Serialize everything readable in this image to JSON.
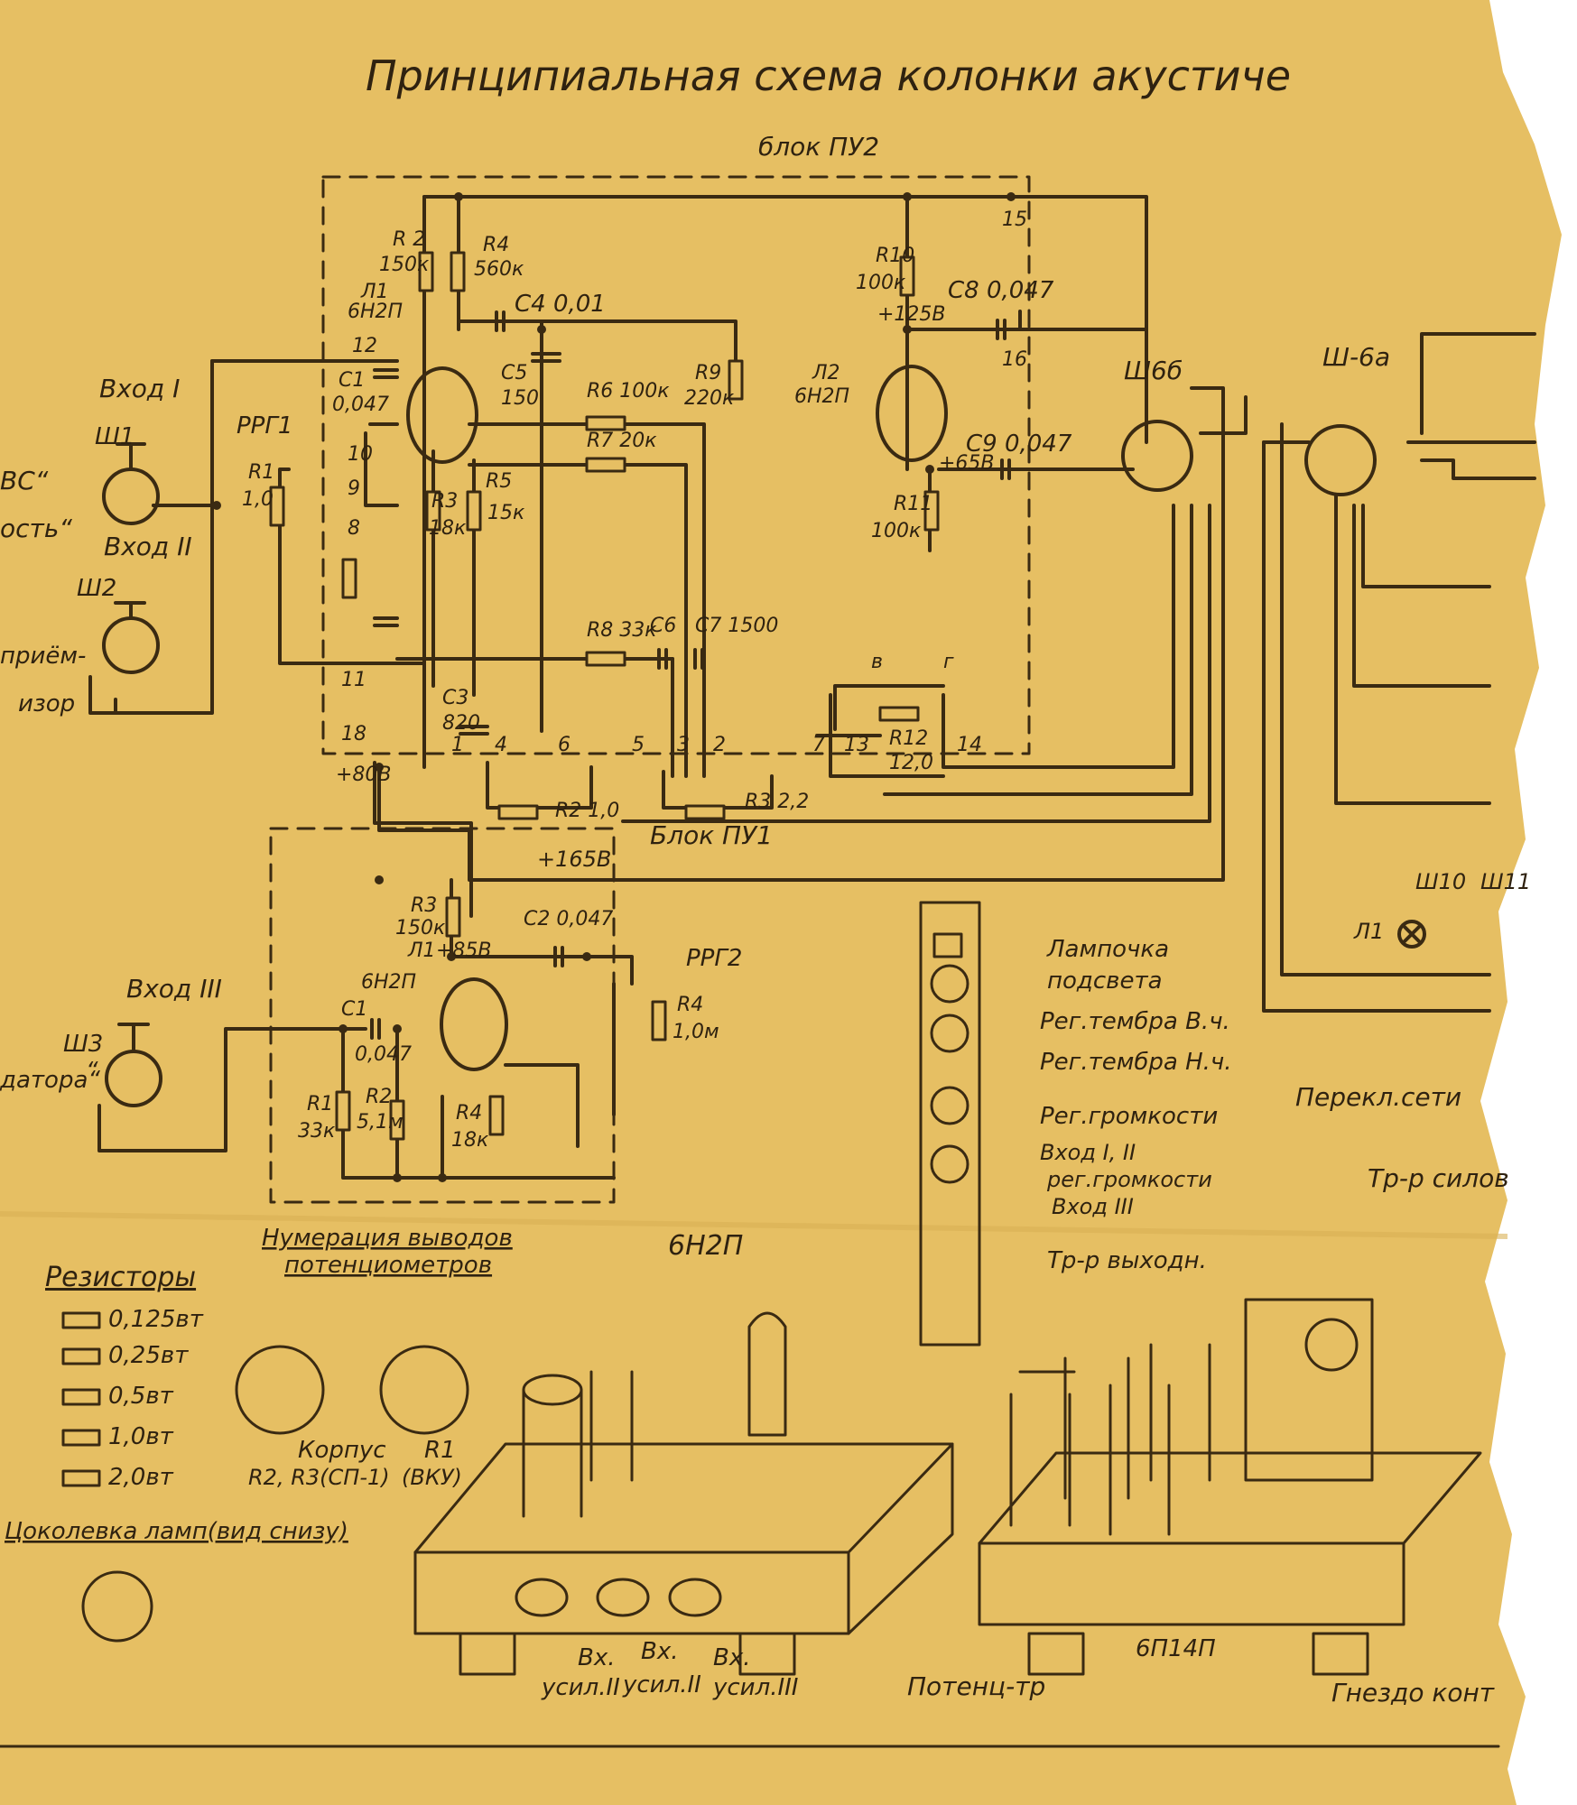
{
  "colors": {
    "paper": "#e6bf63",
    "paper_light": "#f0cf7a",
    "ink": "#3a2a12",
    "edge": "#ffffff"
  },
  "title": "Принципиальная схема колонки акустиче",
  "blocks": {
    "pu2": "блок ПУ2",
    "pu1": "Блок ПУ1"
  },
  "inputs": {
    "in1_label": "Вход I",
    "in1_conn": "Ш1",
    "in2_label": "Вход II",
    "in2_conn": "Ш2",
    "in3_label": "Вход III",
    "in3_conn": "Ш3",
    "side1": "ВС“",
    "side2": "ость“",
    "side3": "приём-",
    "side4": "изор",
    "side5": "“",
    "side6": "датора“"
  },
  "regulators": {
    "rrg1": "РРГ1",
    "rrg2": "РРГ2"
  },
  "connectors": {
    "sh6b": "Ш6б",
    "sh6a": "Ш-6а",
    "sh10": "Ш10",
    "sh11": "Ш11",
    "l1": "Л1"
  },
  "pu2_parts": {
    "r2": "R 2",
    "r2v": "150к",
    "r4": "R4",
    "r4v": "560к",
    "l1": "Л1",
    "l1t": "6Н2П",
    "c4": "С4 0,01",
    "c1": "С1",
    "c1v": "0,047",
    "c5": "С5",
    "c5v": "150",
    "r6": "R6 100к",
    "r7": "R7 20к",
    "r9": "R9",
    "r9v": "220к",
    "r3": "R3",
    "r3v": "18к",
    "r5": "R5",
    "r5v": "15к",
    "r1": "R1",
    "r1v": "1,0",
    "r8": "R8 33к",
    "c6": "С6",
    "c7": "С7 1500",
    "c3": "С3",
    "c3v": "820",
    "r2b": "R2 1,0",
    "r3b": "R3 2,2",
    "plus80": "+80В",
    "r10": "R10",
    "r10v": "100к",
    "plus125": "+125В",
    "c8": "С8 0,047",
    "l2": "Л2",
    "l2t": "6Н2П",
    "c9": "С9 0,047",
    "r11": "R11",
    "r11v": "100к",
    "plus65": "+65В",
    "r12": "R12",
    "r12v": "12,0"
  },
  "pins": {
    "p15": "15",
    "p16": "16",
    "p12": "12",
    "p10": "10",
    "p9": "9",
    "p8": "8",
    "p11": "11",
    "p18": "18",
    "p1": "1",
    "p4": "4",
    "p6": "6",
    "p5": "5",
    "p3": "3",
    "p2": "2",
    "p7": "7",
    "p13": "13",
    "p14": "14",
    "pv": "в",
    "pg": "г"
  },
  "pu3_parts": {
    "plus165": "+165В",
    "r3": "R3",
    "r3v": "150к",
    "c2": "С2 0,047",
    "l1": "Л1",
    "l1t": "6Н2П",
    "plus85": "+85В",
    "c1": "С1",
    "c1v": "0,047",
    "r1": "R1",
    "r1v": "33к",
    "r2": "R2",
    "r2v": "5,1м",
    "r4b": "R4",
    "r4bv": "18к",
    "r4": "R4",
    "r4v": "1,0м"
  },
  "legend": {
    "pot_title1": "Нумерация выводов",
    "pot_title2": "потенциометров",
    "resistors_title": "Резисторы",
    "res_items": [
      "0,125вт",
      "0,25вт",
      "0,5вт",
      "1,0вт",
      "2,0вт"
    ],
    "pot_a": "Корпус",
    "pot_a2": "R2, R3(СП-1)",
    "pot_b": "R1",
    "pot_b2": "(ВКУ)",
    "socket_title": "Цоколевка ламп(вид снизу)"
  },
  "assembly": {
    "tube_label": "6Н2П",
    "panel_labels": [
      "Лампочка",
      "подсвета",
      "Рег.тембра В.ч.",
      "Рег.тембра Н.ч.",
      "Рег.громкости",
      "Вход I, II",
      "рег.громкости",
      "Вход III",
      "Тр-р выходн."
    ],
    "mains_switch": "Перекл.сети",
    "power_tr": "Тр-р силов",
    "input_labels": [
      "Вх.",
      "усил.II",
      "Вх.",
      "усил.II",
      "Вх.",
      "усил.III"
    ],
    "pot_label": "Потенц-тр",
    "caps_label": "6П14П",
    "jack_label": "Гнездо конт"
  }
}
